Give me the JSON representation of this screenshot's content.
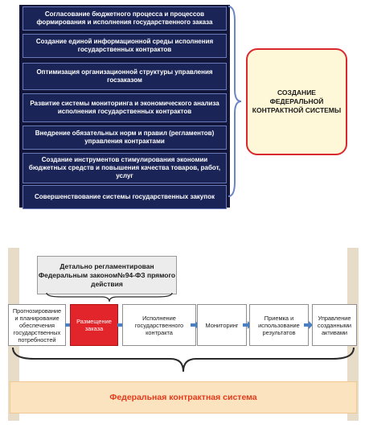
{
  "top": {
    "tasks": [
      "Согласование бюджетного процесса и процессов формирования и исполнения государственного заказа",
      "Создание единой информационной среды исполнения государственных контрактов",
      "Оптимизация организационной структуры управления госзаказом",
      "Развитие системы мониторинга и экономического анализа исполнения государственных контрактов",
      "Внедрение обязательных норм и правил (регламентов) управления контрактами",
      "Создание инструментов стимулирования экономии бюджетных средств и повышения качества товаров, работ, услуг",
      "Совершенствование системы государственных закупок"
    ],
    "target": "СОЗДАНИЕ ФЕДЕРАЛЬНОЙ КОНТРАКТНОЙ СИСТЕМЫ",
    "colors": {
      "panel": "#12163a",
      "task": "#1b2456",
      "target_border": "#d9292e",
      "target_bg": "#fff8d8"
    }
  },
  "bottom": {
    "regulation_note": "Детально регламентирован Федеральным законом№94-ФЗ прямого действия",
    "steps": [
      {
        "label": "Прогнозирование и планирование обеспечения государственных потребностей",
        "active": false
      },
      {
        "label": "Размещение заказа",
        "active": true
      },
      {
        "label": "Исполнение государственного контракта",
        "active": false
      },
      {
        "label": "Мониторинг",
        "active": false
      },
      {
        "label": "Приемка и использование результатов",
        "active": false
      },
      {
        "label": "Управление созданными активами",
        "active": false
      }
    ],
    "footer": "Федеральная контрактная система",
    "colors": {
      "active_step": "#e2252b",
      "footer_text": "#e33a1a",
      "footer_bg": "#fbe3c0",
      "arrow": "#4a7fc1"
    }
  }
}
